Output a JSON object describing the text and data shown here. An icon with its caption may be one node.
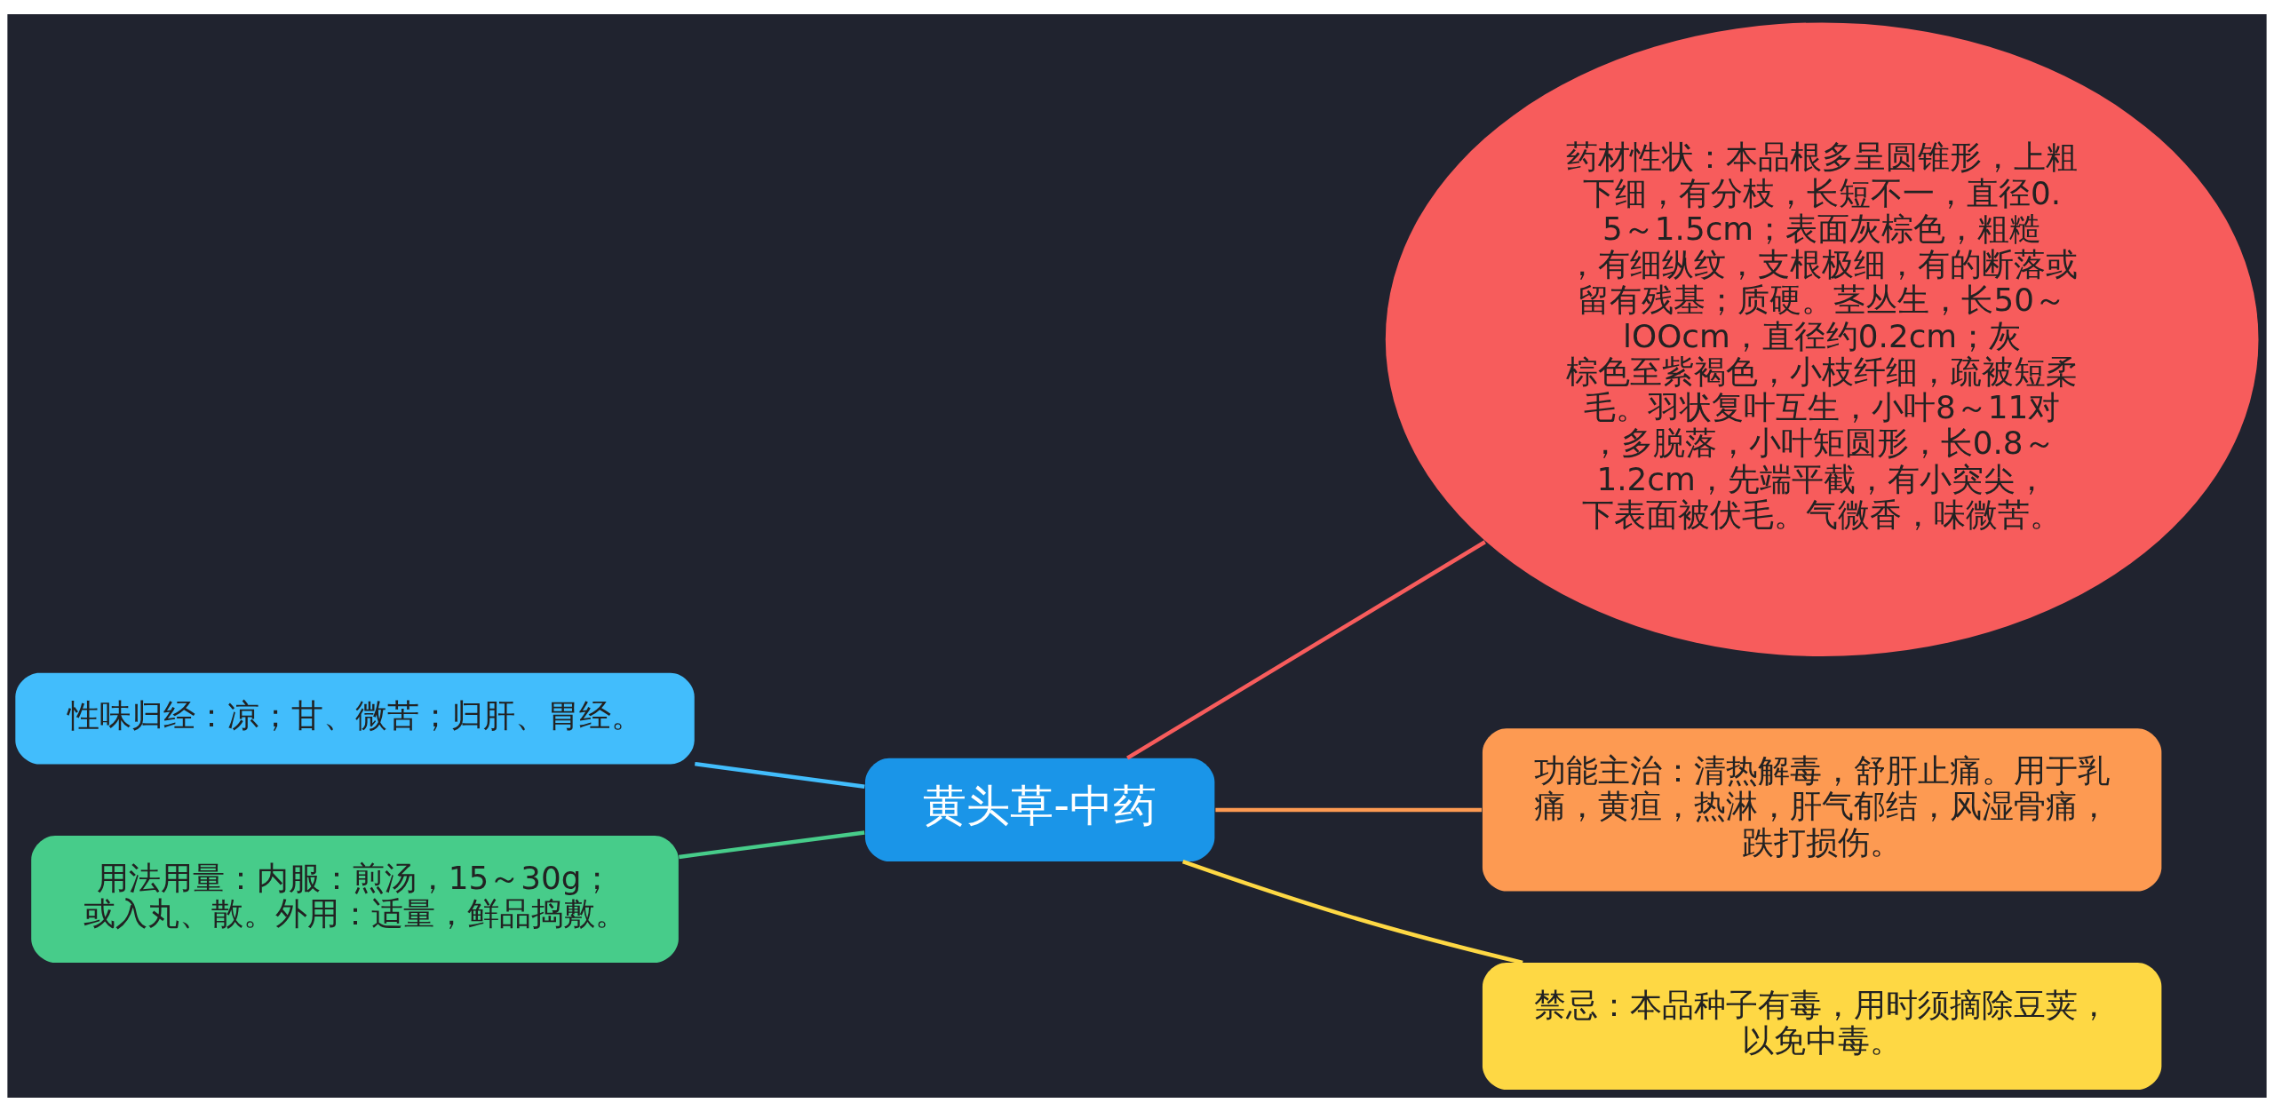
{
  "diagram": {
    "nodes": [
      {
        "text": [
          "黄头草-中药"
        ]
      },
      {
        "text": [
          "性味归经：凉；甘、微苦；归肝、胃经。"
        ]
      },
      {
        "text": [
          "用法用量：内服：煎汤，15～30g；或入丸、散。外用：适量，鲜品捣敷。"
        ]
      },
      {
        "text": [
          "药材性状：本品根多呈圆锥形，上粗下细，有分枝，长短不一，直径0.5～1.5cm；表面灰棕色，粗糙，有细纵纹，支根极细，有的断落或留有残基；质硬。茎丛生，长50～lOOcm，直径约0.2cm；灰棕色至紫褐色，小枝纤细，疏被短柔毛。羽状复叶互生，小叶8～11对，多脱落，小叶矩圆形，长0.8～1.2cm，先端平截，有小突尖，下表面被伏毛。气微香，味微苦。"
        ]
      },
      {
        "text": [
          "功能主治：清热解毒，舒肝止痛。用于乳痛，黄疸，热淋，肝气郁结，风湿骨痛，跌打损伤。"
        ]
      },
      {
        "text": [
          "禁忌：本品种子有毒，用时须摘除豆荚，以免中毒。"
        ]
      }
    ],
    "edges": [
      {
        "from": 0,
        "to": 1,
        "arrow": "none",
        "color": "#42bdfc"
      },
      {
        "from": 0,
        "to": 2,
        "arrow": "none",
        "color": "#47cc8a"
      },
      {
        "from": 0,
        "to": 3,
        "arrow": "none",
        "color": "#f75c5c"
      },
      {
        "from": 0,
        "to": 4,
        "arrow": "none",
        "color": "#fd9a52"
      },
      {
        "from": 0,
        "to": 5,
        "arrow": "none",
        "color": "#fed844"
      }
    ]
  }
}
